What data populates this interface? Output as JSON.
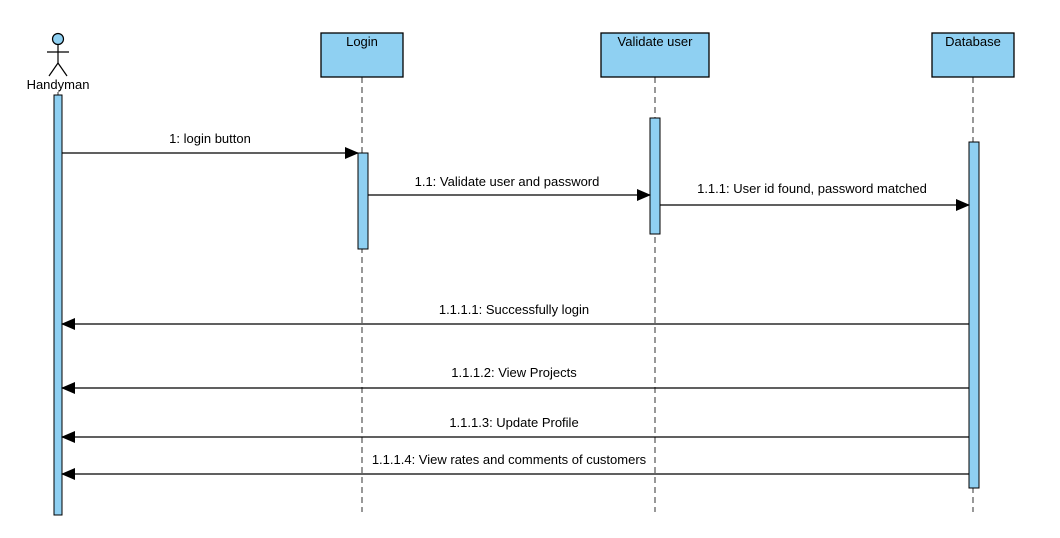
{
  "diagram": {
    "type": "sequence",
    "actor": {
      "name": "Handyman"
    },
    "participants": [
      {
        "id": "login",
        "name": "Login"
      },
      {
        "id": "validate",
        "name": "Validate user"
      },
      {
        "id": "database",
        "name": "Database"
      }
    ],
    "messages": [
      {
        "label": "1: login button",
        "from": "Handyman",
        "to": "Login"
      },
      {
        "label": "1.1: Validate user and password",
        "from": "Login",
        "to": "Validate user"
      },
      {
        "label": "1.1.1: User id found, password matched",
        "from": "Validate user",
        "to": "Database"
      },
      {
        "label": "1.1.1.1: Successfully login",
        "from": "Database",
        "to": "Handyman"
      },
      {
        "label": "1.1.1.2: View Projects",
        "from": "Database",
        "to": "Handyman"
      },
      {
        "label": "1.1.1.3: Update Profile",
        "from": "Database",
        "to": "Handyman"
      },
      {
        "label": "1.1.1.4: View rates and comments of customers",
        "from": "Database",
        "to": "Handyman"
      }
    ],
    "colors": {
      "participant_fill": "#8fd0f2",
      "activation_fill": "#8fd0f2",
      "actor_head_fill": "#8fd0f2",
      "line": "#000000",
      "lifeline": "#555555"
    }
  }
}
